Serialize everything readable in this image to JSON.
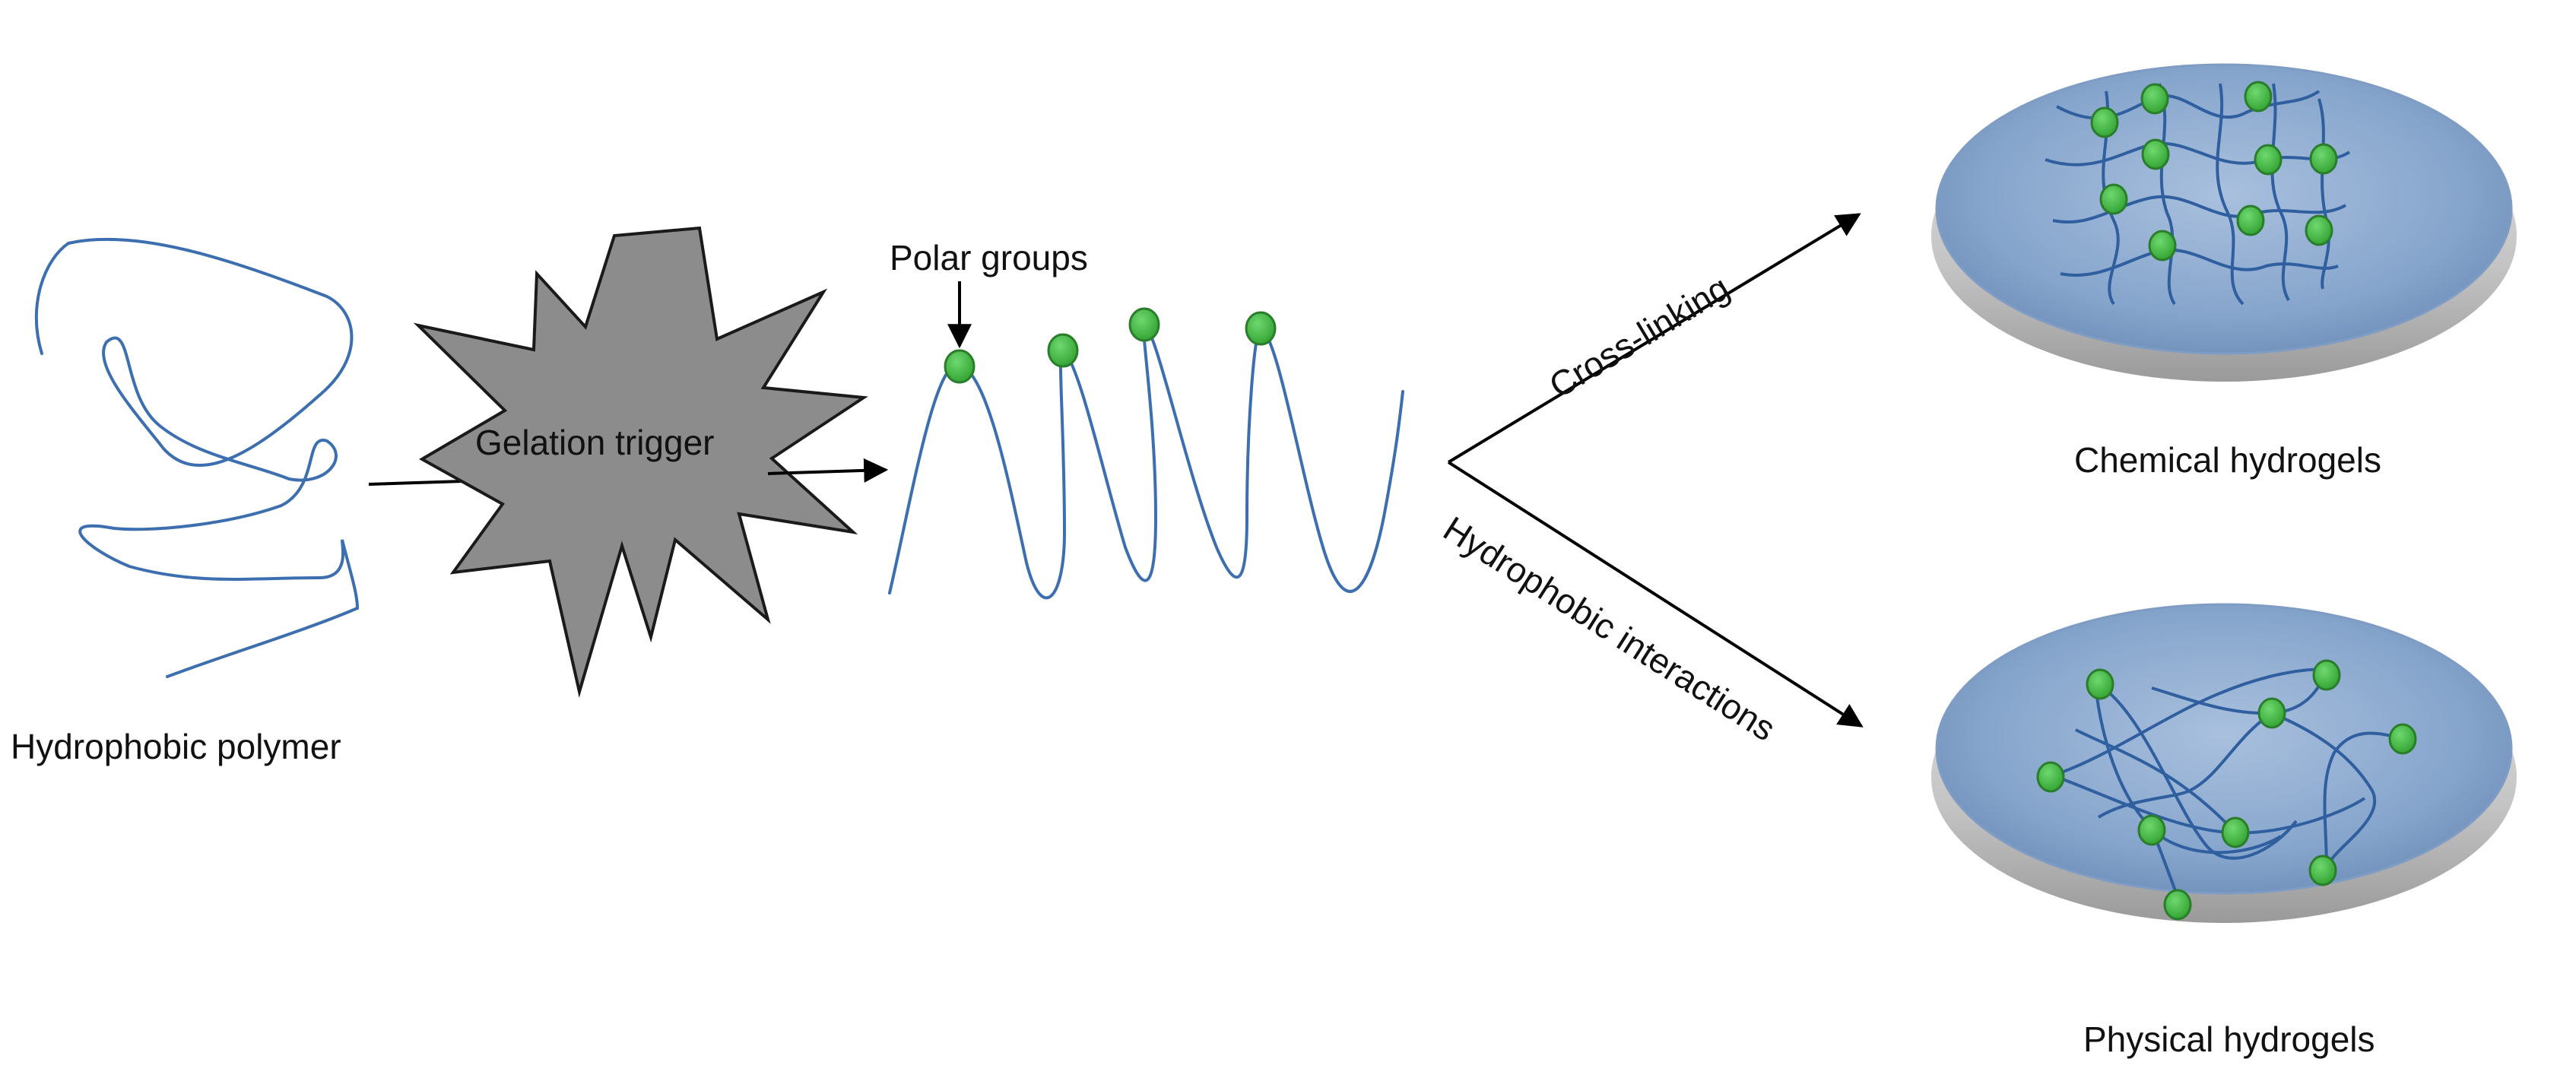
{
  "labels": {
    "hydrophobic_polymer": "Hydrophobic polymer",
    "gelation_trigger": "Gelation trigger",
    "polar_groups": "Polar groups",
    "cross_linking": "Cross-linking",
    "hydrophobic_interactions": "Hydrophobic interactions",
    "chemical_hydrogels": "Chemical hydrogels",
    "physical_hydrogels": "Physical hydrogels"
  },
  "colors": {
    "polymer_chain": "#3d6fb0",
    "polar_group": "#3fb43f",
    "polar_group_outline": "#2a7d2a",
    "starburst_fill": "#8c8c8c",
    "starburst_outline": "#1a1a1a",
    "disc_top": "#8aa9cf",
    "disc_rim": "#c9c9c9",
    "arrow": "#000000"
  }
}
